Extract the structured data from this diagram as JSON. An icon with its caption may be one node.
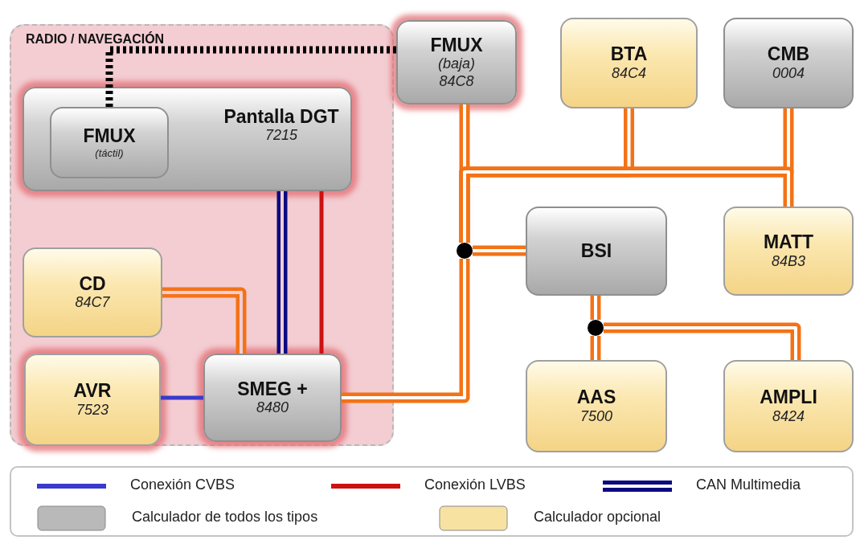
{
  "diagram": {
    "nodes": [
      {
        "text": [
          "RADIO / NAVEGACIÓN"
        ]
      },
      {
        "text": [
          "Pantalla DGT",
          "7215"
        ],
        "in": 0
      },
      {
        "text": [
          "FMUX",
          "(táctil)"
        ],
        "in": 1
      },
      {
        "text": [
          "FMUX",
          "(baja)",
          "84C8"
        ]
      },
      {
        "text": [
          "BTA",
          "84C4"
        ]
      },
      {
        "text": [
          "CMB",
          "0004"
        ]
      },
      {
        "text": [
          "CD",
          "84C7"
        ],
        "in": 0
      },
      {
        "text": [
          "BSI"
        ]
      },
      {
        "text": [
          "MATT",
          "84B3"
        ]
      },
      {
        "text": [
          "AVR",
          "7523"
        ],
        "in": 0
      },
      {
        "text": [
          "SMEG +",
          "8480"
        ],
        "in": 0
      },
      {
        "text": [
          "AAS",
          "7500"
        ]
      },
      {
        "text": [
          "AMPLI",
          "8424"
        ]
      },
      {
        "text": [],
        "shape": "circle"
      },
      {
        "text": [],
        "shape": "circle"
      }
    ],
    "edges": [
      {
        "from": 2,
        "to": 3,
        "arrow": "none",
        "style": "dashed",
        "color": "#000000"
      },
      {
        "from": 1,
        "to": 10,
        "arrow": "none",
        "color": "#0a0a80"
      },
      {
        "from": 1,
        "to": 10,
        "arrow": "none",
        "color": "#cc1111"
      },
      {
        "from": 6,
        "to": 10,
        "arrow": "none"
      },
      {
        "from": 9,
        "to": 10,
        "arrow": "none",
        "color": "#3a3acc"
      },
      {
        "from": 10,
        "to": 13,
        "arrow": "none"
      },
      {
        "from": 13,
        "to": 7,
        "arrow": "none"
      },
      {
        "from": 13,
        "to": 3,
        "arrow": "none"
      },
      {
        "from": 13,
        "to": 4,
        "arrow": "none"
      },
      {
        "from": 13,
        "to": 5,
        "arrow": "none"
      },
      {
        "from": 13,
        "to": 8,
        "arrow": "none"
      },
      {
        "from": 7,
        "to": 14,
        "arrow": "none"
      },
      {
        "from": 14,
        "to": 11,
        "arrow": "none"
      },
      {
        "from": 14,
        "to": 12,
        "arrow": "none"
      }
    ],
    "legend": [
      {
        "text": "Conexión CVBS"
      },
      {
        "text": "Conexión LVBS"
      },
      {
        "text": "CAN Multimedia"
      },
      {
        "text": "Calculador de todos los tipos"
      },
      {
        "text": "Calculador opcional"
      }
    ]
  }
}
